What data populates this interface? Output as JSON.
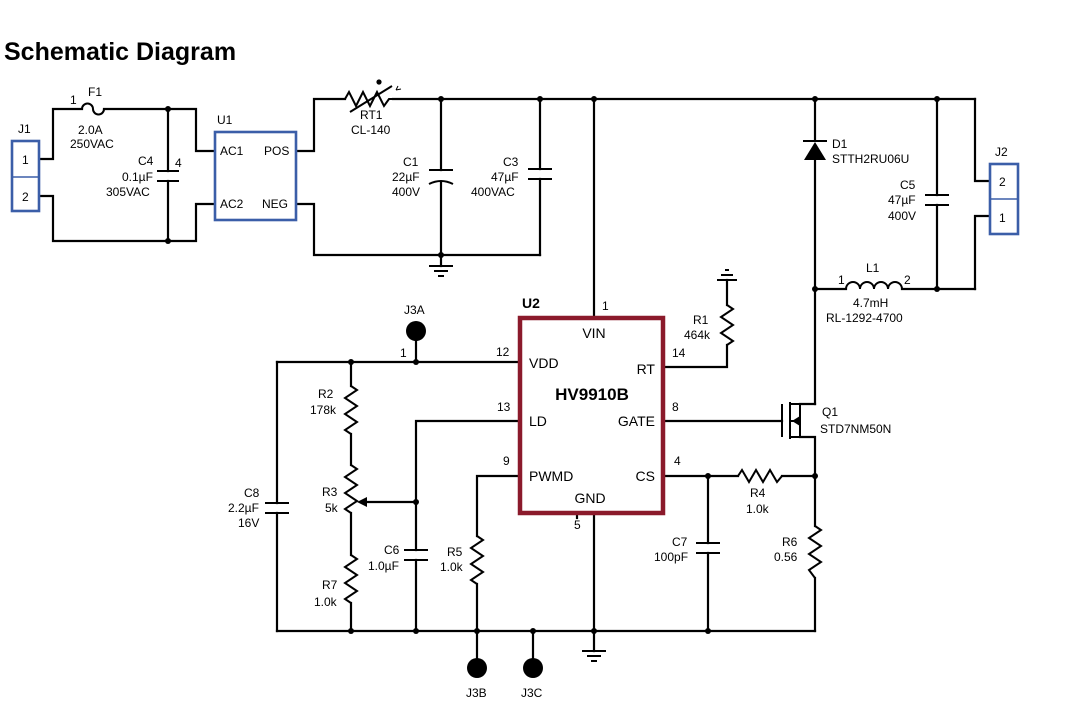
{
  "title": "Schematic Diagram",
  "connectors": {
    "j1": {
      "ref": "J1",
      "pin1": "1",
      "pin2": "2"
    },
    "j2": {
      "ref": "J2",
      "pin2": "2",
      "pin1": "1"
    },
    "j3a": {
      "ref": "J3A",
      "pin": "1"
    },
    "j3b": {
      "ref": "J3B"
    },
    "j3c": {
      "ref": "J3C"
    }
  },
  "components": {
    "f1": {
      "ref": "F1",
      "pin": "1",
      "rating1": "2.0A",
      "rating2": "250VAC"
    },
    "c4": {
      "ref": "C4",
      "value": "0.1µF",
      "voltage": "305VAC",
      "pin": "4"
    },
    "u1": {
      "ref": "U1",
      "ac1": "AC1",
      "ac2": "AC2",
      "pos": "POS",
      "neg": "NEG"
    },
    "rt1": {
      "ref": "RT1",
      "value": "CL-140"
    },
    "c1": {
      "ref": "C1",
      "value": "22µF",
      "voltage": "400V"
    },
    "c3": {
      "ref": "C3",
      "value": "47µF",
      "voltage": "400VAC"
    },
    "d1": {
      "ref": "D1",
      "part": "STTH2RU06U"
    },
    "c5": {
      "ref": "C5",
      "value": "47µF",
      "voltage": "400V"
    },
    "l1": {
      "ref": "L1",
      "pin1": "1",
      "pin2": "2",
      "value": "4.7mH",
      "part": "RL-1292-4700"
    },
    "r1": {
      "ref": "R1",
      "value": "464k"
    },
    "q1": {
      "ref": "Q1",
      "part": "STD7NM50N"
    },
    "r2": {
      "ref": "R2",
      "value": "178k"
    },
    "r3": {
      "ref": "R3",
      "value": "5k"
    },
    "r7": {
      "ref": "R7",
      "value": "1.0k"
    },
    "c8": {
      "ref": "C8",
      "value": "2.2µF",
      "voltage": "16V"
    },
    "c6": {
      "ref": "C6",
      "value": "1.0µF"
    },
    "r5": {
      "ref": "R5",
      "value": "1.0k"
    },
    "c7": {
      "ref": "C7",
      "value": "100pF"
    },
    "r4": {
      "ref": "R4",
      "value": "1.0k"
    },
    "r6": {
      "ref": "R6",
      "value": "0.56"
    }
  },
  "u2": {
    "ref": "U2",
    "part": "HV9910B",
    "pins": {
      "vin": {
        "name": "VIN",
        "num": "1"
      },
      "vdd": {
        "name": "VDD",
        "num": "12"
      },
      "rt": {
        "name": "RT",
        "num": "14"
      },
      "ld": {
        "name": "LD",
        "num": "13"
      },
      "gate": {
        "name": "GATE",
        "num": "8"
      },
      "pwmd": {
        "name": "PWMD",
        "num": "9"
      },
      "cs": {
        "name": "CS",
        "num": "4"
      },
      "gnd": {
        "name": "GND",
        "num": "5"
      }
    }
  }
}
